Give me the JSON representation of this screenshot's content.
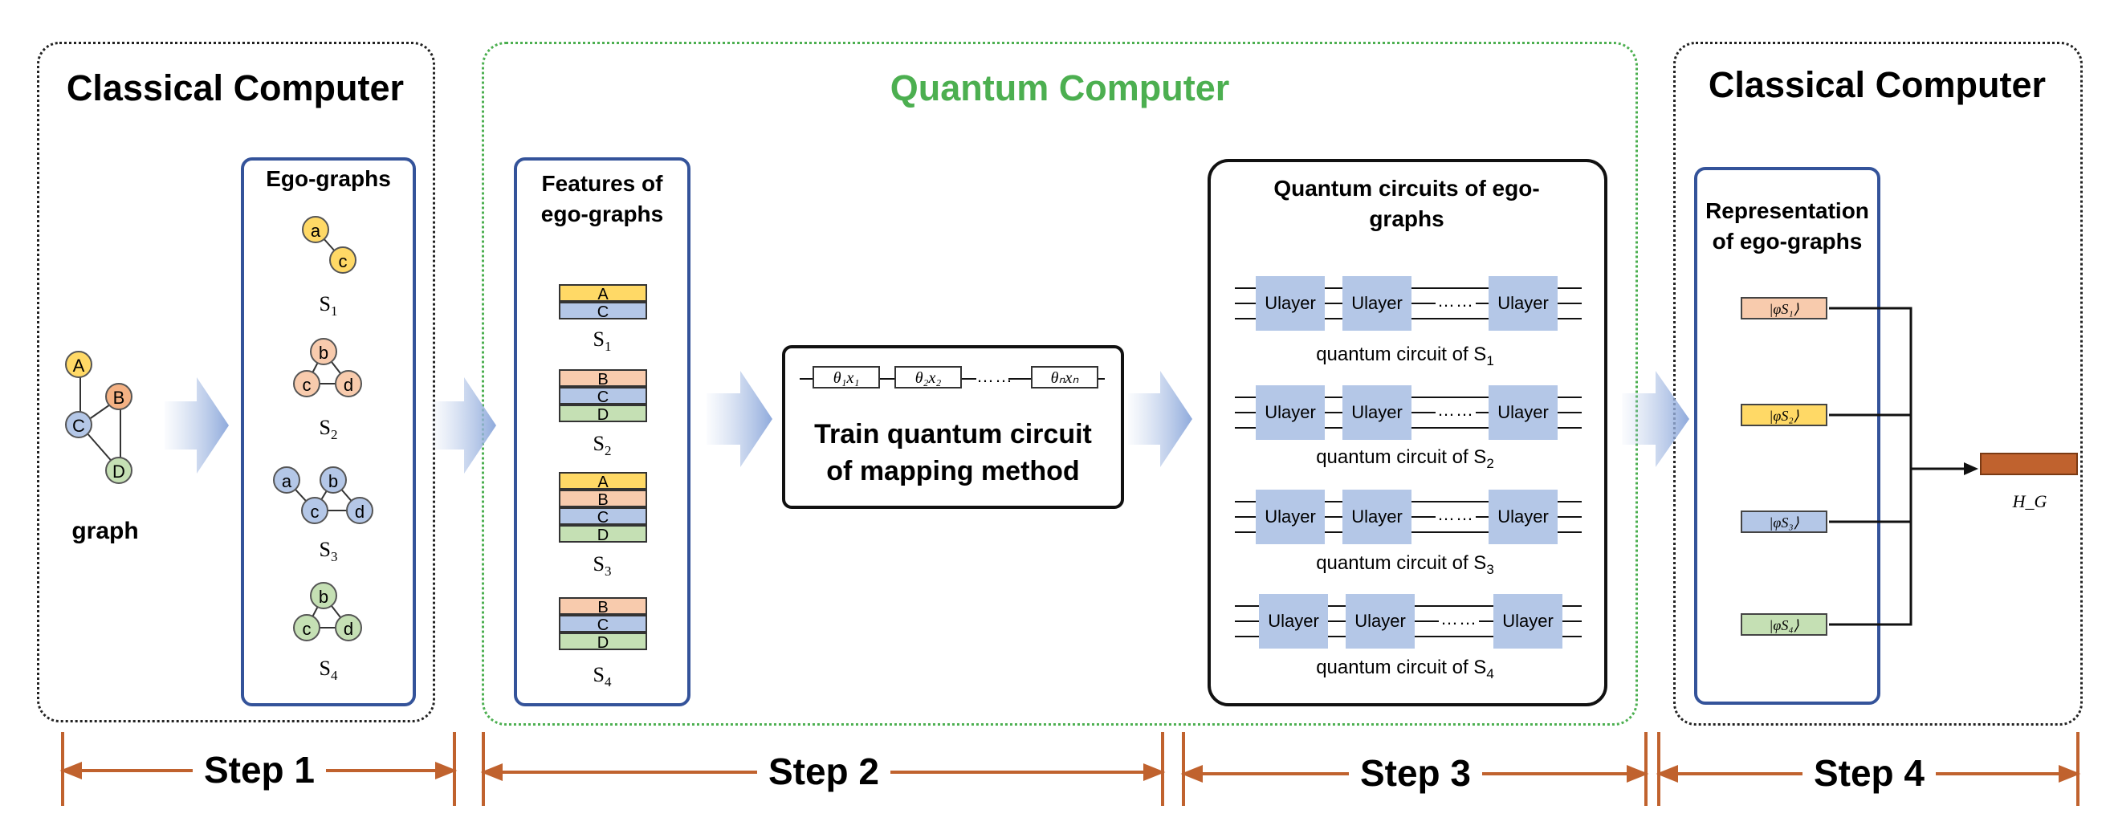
{
  "colors": {
    "accent_green": "#4caf50",
    "panel_blue": "#34539a",
    "step_orange": "#c0622e",
    "node_yellow": "#ffd966",
    "node_orange": "#f4b183",
    "node_blue": "#b4c7e7",
    "node_green": "#c5e0b4"
  },
  "panels": {
    "classical_left_title": "Classical Computer",
    "quantum_title": "Quantum Computer",
    "classical_right_title": "Classical Computer"
  },
  "graph": {
    "label": "graph",
    "nodes": [
      "A",
      "B",
      "C",
      "D"
    ]
  },
  "ego_graphs": {
    "title": "Ego-graphs",
    "s1": {
      "nodes": [
        "a",
        "c"
      ],
      "label": "S",
      "sub": "1"
    },
    "s2": {
      "nodes": [
        "b",
        "c",
        "d"
      ],
      "label": "S",
      "sub": "2"
    },
    "s3": {
      "nodes": [
        "a",
        "b",
        "c",
        "d"
      ],
      "label": "S",
      "sub": "3"
    },
    "s4": {
      "nodes": [
        "b",
        "c",
        "d"
      ],
      "label": "S",
      "sub": "4"
    }
  },
  "features": {
    "title_line1": "Features of",
    "title_line2": "ego-graphs",
    "s1": {
      "rows": [
        "A",
        "C"
      ],
      "label": "S",
      "sub": "1"
    },
    "s2": {
      "rows": [
        "B",
        "C",
        "D"
      ],
      "label": "S",
      "sub": "2"
    },
    "s3": {
      "rows": [
        "A",
        "B",
        "C",
        "D"
      ],
      "label": "S",
      "sub": "3"
    },
    "s4": {
      "rows": [
        "B",
        "C",
        "D"
      ],
      "label": "S",
      "sub": "4"
    }
  },
  "train": {
    "title_line1": "Train quantum circuit",
    "title_line2": "of mapping method",
    "gates": [
      "θ₁x₁",
      "θ₂x₂",
      "θₙxₙ"
    ],
    "dots": "……"
  },
  "circuits": {
    "title_line1": "Quantum circuits of ego-",
    "title_line2": "graphs",
    "ulayer": "Ulayer",
    "dots": "……",
    "rows": [
      {
        "caption": "quantum circuit of S",
        "sub": "1"
      },
      {
        "caption": "quantum circuit of S",
        "sub": "2"
      },
      {
        "caption": "quantum circuit of  S",
        "sub": "3"
      },
      {
        "caption": "quantum circuit of  S",
        "sub": "4"
      }
    ]
  },
  "representation": {
    "title_line1": "Representation",
    "title_line2": "of ego-graphs",
    "kets": [
      "|φS₁⟩",
      "|φS₂⟩",
      "|φS₃⟩",
      "|φS₄⟩"
    ],
    "output_label": "H_G"
  },
  "steps": [
    "Step 1",
    "Step 2",
    "Step 3",
    "Step 4"
  ]
}
